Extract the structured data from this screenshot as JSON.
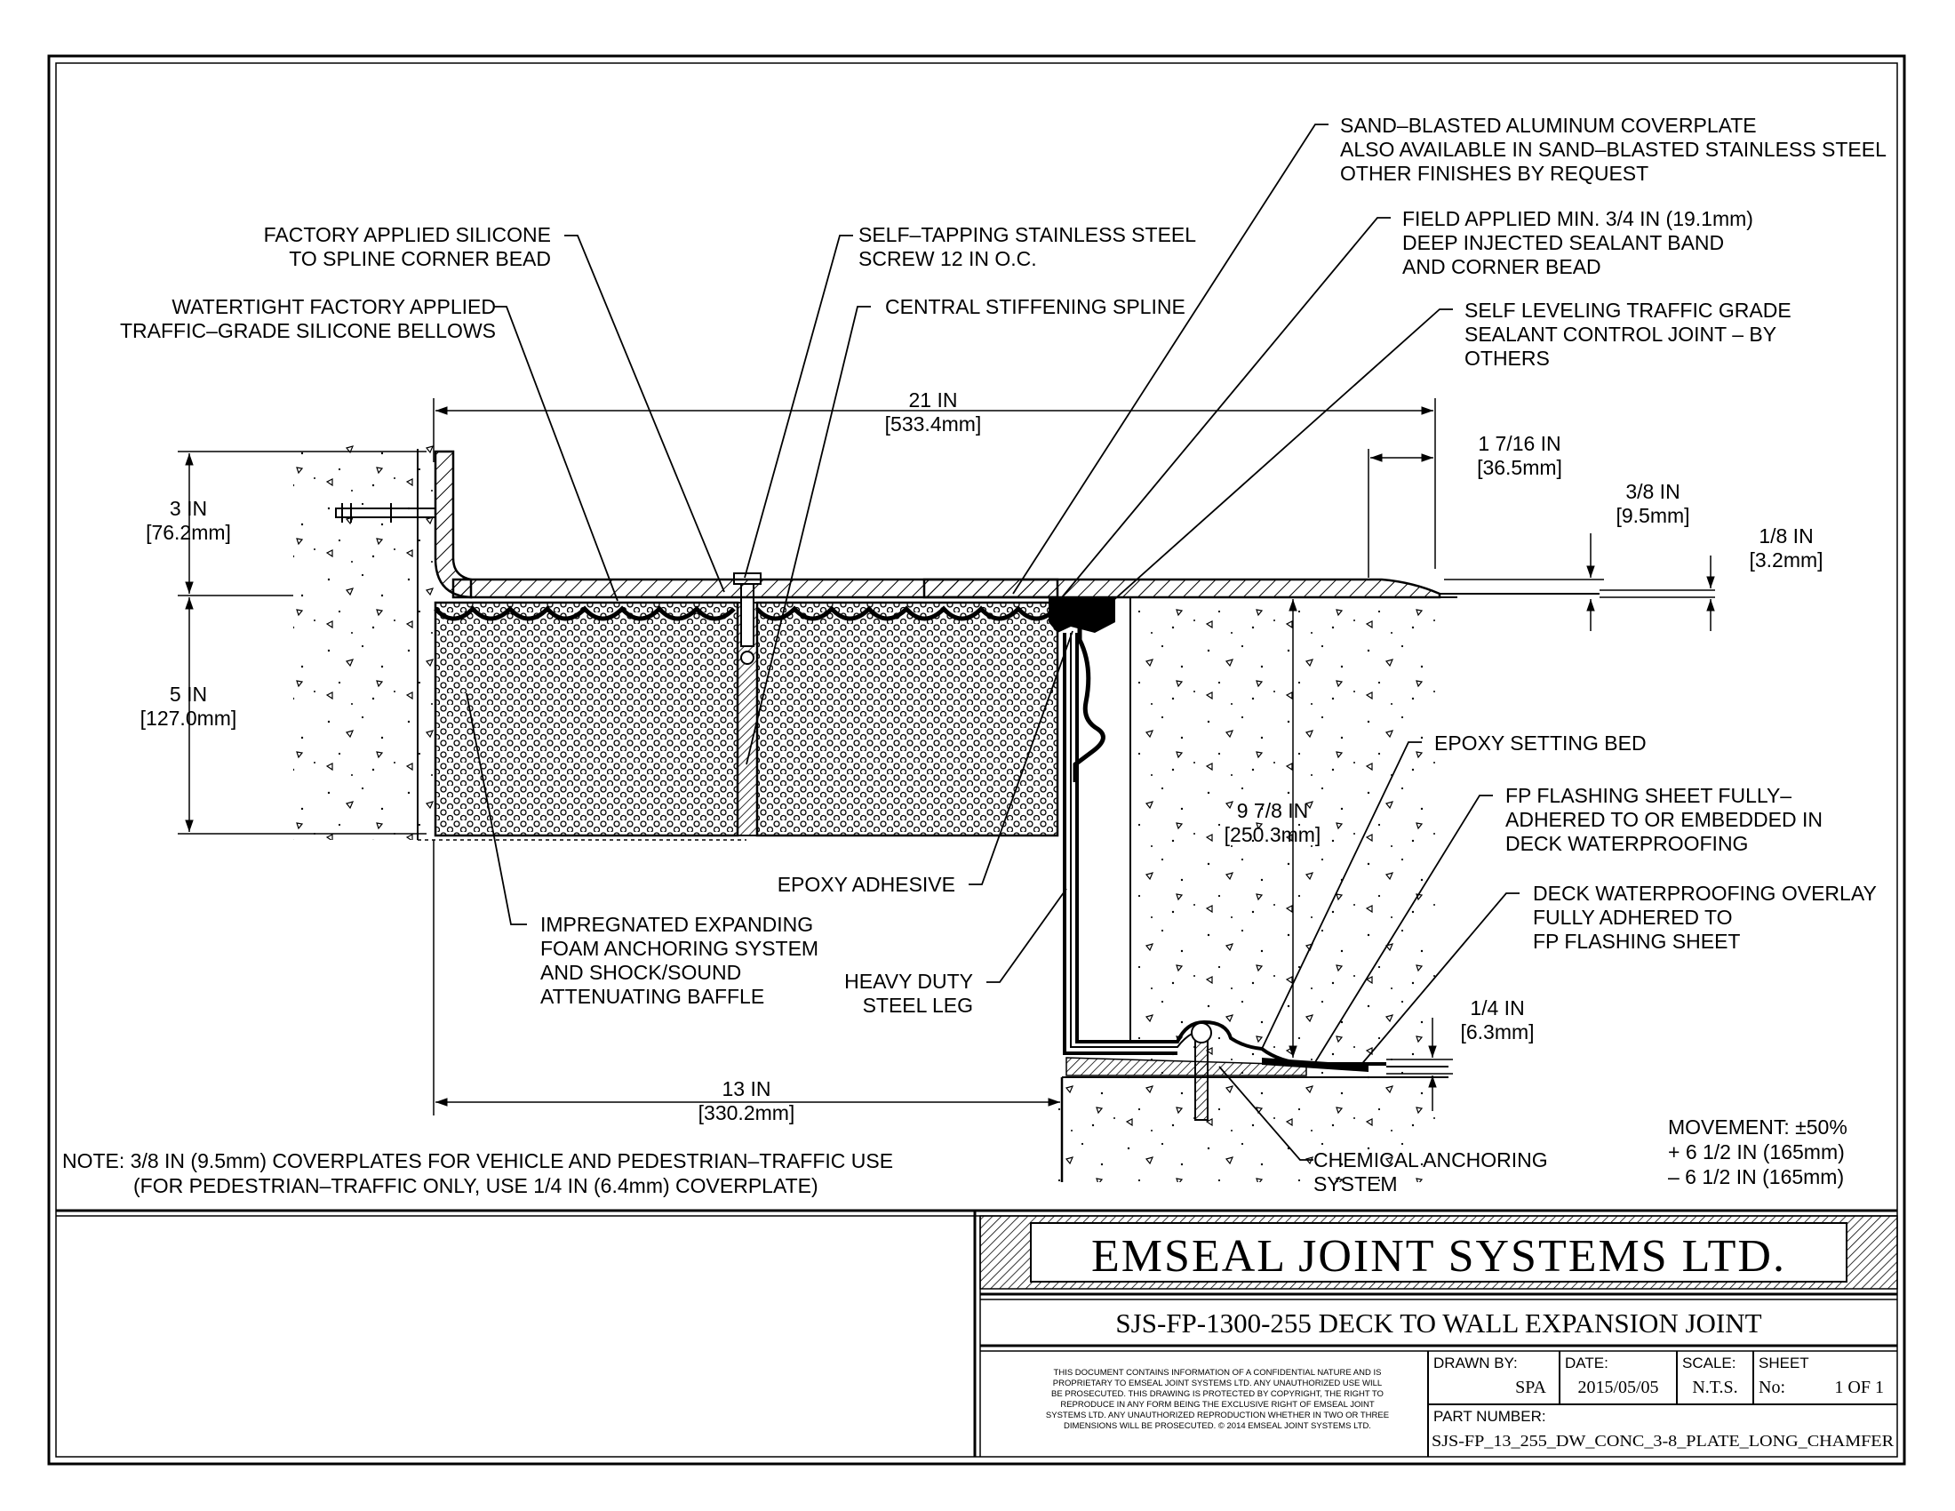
{
  "callouts": {
    "sand_blasted_coverplate": [
      "SAND–BLASTED ALUMINUM COVERPLATE",
      "ALSO AVAILABLE IN SAND–BLASTED STAINLESS STEEL",
      "OTHER FINISHES BY REQUEST"
    ],
    "field_applied_sealant": [
      "FIELD APPLIED MIN. 3/4 IN (19.1mm)",
      "DEEP INJECTED SEALANT BAND",
      "AND CORNER BEAD"
    ],
    "self_leveling_sealant": [
      "SELF LEVELING TRAFFIC GRADE",
      "SEALANT CONTROL JOINT – BY",
      "OTHERS"
    ],
    "factory_silicone": [
      "FACTORY APPLIED SILICONE",
      "TO SPLINE CORNER BEAD"
    ],
    "self_tapping_screw": [
      "SELF–TAPPING STAINLESS STEEL",
      "SCREW 12 IN O.C."
    ],
    "watertight_bellows": [
      "WATERTIGHT FACTORY APPLIED",
      "TRAFFIC–GRADE SILICONE BELLOWS"
    ],
    "central_spline": [
      "CENTRAL STIFFENING SPLINE"
    ],
    "epoxy_setting_bed": [
      "EPOXY SETTING BED"
    ],
    "fp_flashing_sheet": [
      "FP FLASHING SHEET FULLY–",
      "ADHERED TO OR EMBEDDED IN",
      "DECK WATERPROOFING"
    ],
    "deck_overlay": [
      "DECK WATERPROOFING OVERLAY",
      "FULLY ADHERED TO",
      "FP FLASHING SHEET"
    ],
    "epoxy_adhesive": [
      "EPOXY ADHESIVE"
    ],
    "foam_anchoring": [
      "IMPREGNATED EXPANDING",
      "FOAM ANCHORING SYSTEM",
      "AND SHOCK/SOUND",
      "ATTENUATING BAFFLE"
    ],
    "steel_leg": [
      "HEAVY DUTY",
      "STEEL LEG"
    ],
    "chemical_anchoring": [
      "CHEMICAL ANCHORING",
      "SYSTEM"
    ]
  },
  "dimensions": {
    "width_21": [
      "21 IN",
      "[533.4mm]"
    ],
    "height_3": [
      "3 IN",
      "[76.2mm]"
    ],
    "height_5": [
      "5 IN",
      "[127.0mm]"
    ],
    "offset_1_7_16": [
      "1 7/16 IN",
      "[36.5mm]"
    ],
    "thick_3_8": [
      "3/8 IN",
      "[9.5mm]"
    ],
    "thick_1_8": [
      "1/8 IN",
      "[3.2mm]"
    ],
    "height_9_7_8": [
      "9 7/8 IN",
      "[250.3mm]"
    ],
    "thick_1_4": [
      "1/4 IN",
      "[6.3mm]"
    ],
    "width_13": [
      "13 IN",
      "[330.2mm]"
    ]
  },
  "note": [
    "NOTE: 3/8 IN (9.5mm) COVERPLATES FOR VEHICLE AND PEDESTRIAN–TRAFFIC USE",
    "(FOR PEDESTRIAN–TRAFFIC ONLY, USE 1/4 IN (6.4mm) COVERPLATE)"
  ],
  "movement": [
    "MOVEMENT: ±50%",
    "+ 6 1/2 IN (165mm)",
    "– 6 1/2 IN (165mm)"
  ],
  "title_block": {
    "company": "EMSEAL JOINT SYSTEMS LTD.",
    "drawing_title": "SJS-FP-1300-255 DECK TO WALL EXPANSION JOINT",
    "legal": [
      "THIS DOCUMENT CONTAINS INFORMATION OF A CONFIDENTIAL NATURE AND IS",
      "PROPRIETARY TO EMSEAL JOINT SYSTEMS LTD. ANY UNAUTHORIZED USE WILL",
      "BE PROSECUTED. THIS DRAWING IS PROTECTED BY COPYRIGHT, THE RIGHT TO",
      "REPRODUCE IN ANY FORM BEING THE EXCLUSIVE RIGHT OF EMSEAL JOINT",
      "SYSTEMS LTD. ANY UNAUTHORIZED REPRODUCTION WHETHER IN TWO OR THREE",
      "DIMENSIONS WILL BE PROSECUTED. © 2014 EMSEAL JOINT SYSTEMS LTD."
    ],
    "drawn_by_label": "DRAWN BY:",
    "drawn_by": "SPA",
    "date_label": "DATE:",
    "date": "2015/05/05",
    "scale_label": "SCALE:",
    "scale": "N.T.S.",
    "sheet_label": "SHEET",
    "sheet_no_label": "No:",
    "sheet": "1 OF 1",
    "part_number_label": "PART NUMBER:",
    "part_number": "SJS-FP_13_255_DW_CONC_3-8_PLATE_LONG_CHAMFER"
  }
}
